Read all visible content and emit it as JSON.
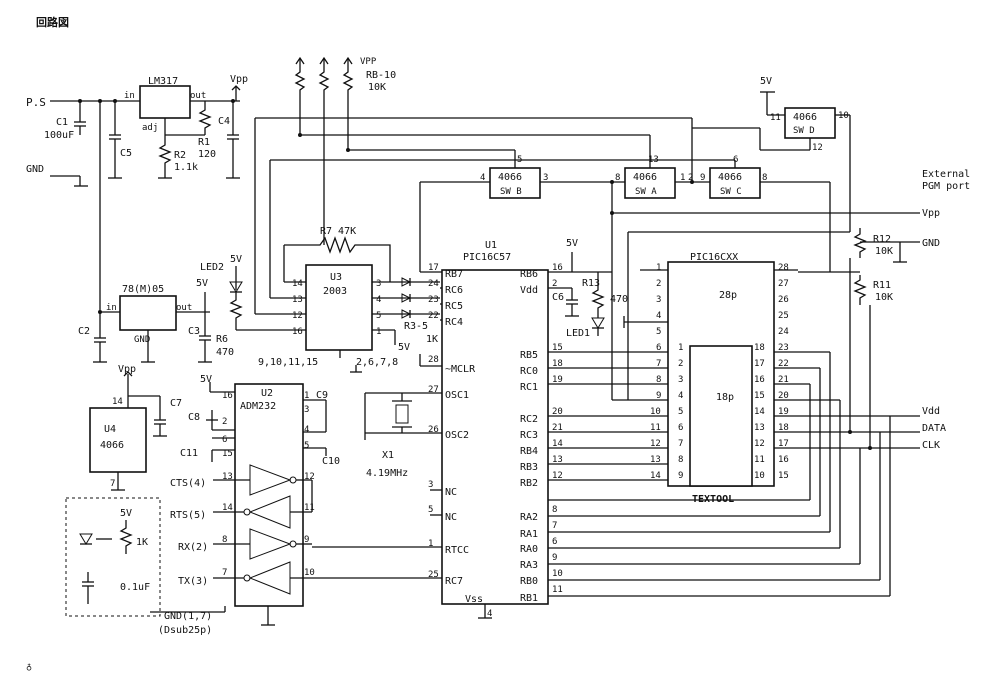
{
  "title": "回路図",
  "labels": {
    "ps": "P.S",
    "gnd": "GND",
    "c1": "C1",
    "c1val": "100uF",
    "c5": "C5",
    "lm317": "LM317",
    "in": "in",
    "out": "out",
    "adj": "adj",
    "r1": "R1",
    "r1val": "120",
    "r2": "R2",
    "r2val": "1.1k",
    "c4": "C4",
    "vpp": "Vpp",
    "vpp_small": "VPP",
    "rb10": "RB-10",
    "rb10val": "10K",
    "u4066d": "4066",
    "swd": "SW D",
    "p11": "11",
    "p10": "10",
    "p12": "12",
    "v5": "5V",
    "u4066b": "4066",
    "swb": "SW B",
    "u4066a": "4066",
    "swa": "SW A",
    "u4066c": "4066",
    "swc": "SW C",
    "p4": "4",
    "p3": "3",
    "p5": "5",
    "p13": "13",
    "p8": "8",
    "p1": "1",
    "p9": "9",
    "p2": "2",
    "p6": "6",
    "ext": "External",
    "pgm": "PGM port",
    "vpp_port": "Vpp",
    "gnd_port": "GND",
    "vdd_port": "Vdd",
    "data_port": "DATA",
    "clk_port": "CLK",
    "r12": "R12",
    "r12val": "10K",
    "r11": "R11",
    "r11val": "10K",
    "r7": "R7 47K",
    "u3": "U3",
    "u3name": "2003",
    "led2": "LED2",
    "r6": "R6",
    "r6val": "470",
    "u3pins": "9,10,11,15",
    "u3pins2": "2,6,7,8",
    "r35": "R3-5",
    "r35val": "1K",
    "u1": "U1",
    "u1name": "PIC16C57",
    "u2name": "ADM232",
    "u2": "U2",
    "rb7": "RB7",
    "rc6": "RC6",
    "rc5": "RC5",
    "rc4": "RC4",
    "rb6": "RB6",
    "vdd": "Vdd",
    "mclr": "~MCLR",
    "osc1": "OSC1",
    "osc2": "OSC2",
    "nc1": "NC",
    "nc2": "NC",
    "rtcc": "RTCC",
    "rc7": "RC7",
    "vss": "Vss",
    "rb5": "RB5",
    "rc0": "RC0",
    "rc1": "RC1",
    "rc2": "RC2",
    "rc3": "RC3",
    "rb4": "RB4",
    "rb3": "RB3",
    "rb2": "RB2",
    "ra2": "RA2",
    "ra1": "RA1",
    "ra0": "RA0",
    "ra3": "RA3",
    "rb0": "RB0",
    "rb1": "RB1",
    "r13": "R13",
    "r13val": "470",
    "c6": "C6",
    "led1": "LED1",
    "x1": "X1",
    "x1val": "4.19MHz",
    "u78": "78(M)05",
    "gnd78": "GND",
    "c2": "C2",
    "c3": "C3",
    "u4": "U4",
    "u4name": "4066",
    "c7": "C7",
    "c8": "C8",
    "c9": "C9",
    "c10": "C10",
    "c11": "C11",
    "cts": "CTS(4)",
    "rts": "RTS(5)",
    "rx": "RX(2)",
    "tx": "TX(3)",
    "gnddsub": "GND(1,7)",
    "dsub": "(Dsub25p)",
    "pic16cxx": "PIC16CXX",
    "p28": "28p",
    "p18": "18p",
    "textool": "TEXTOOL",
    "leg_1k": "1K",
    "leg_01uf": "0.1uF"
  }
}
